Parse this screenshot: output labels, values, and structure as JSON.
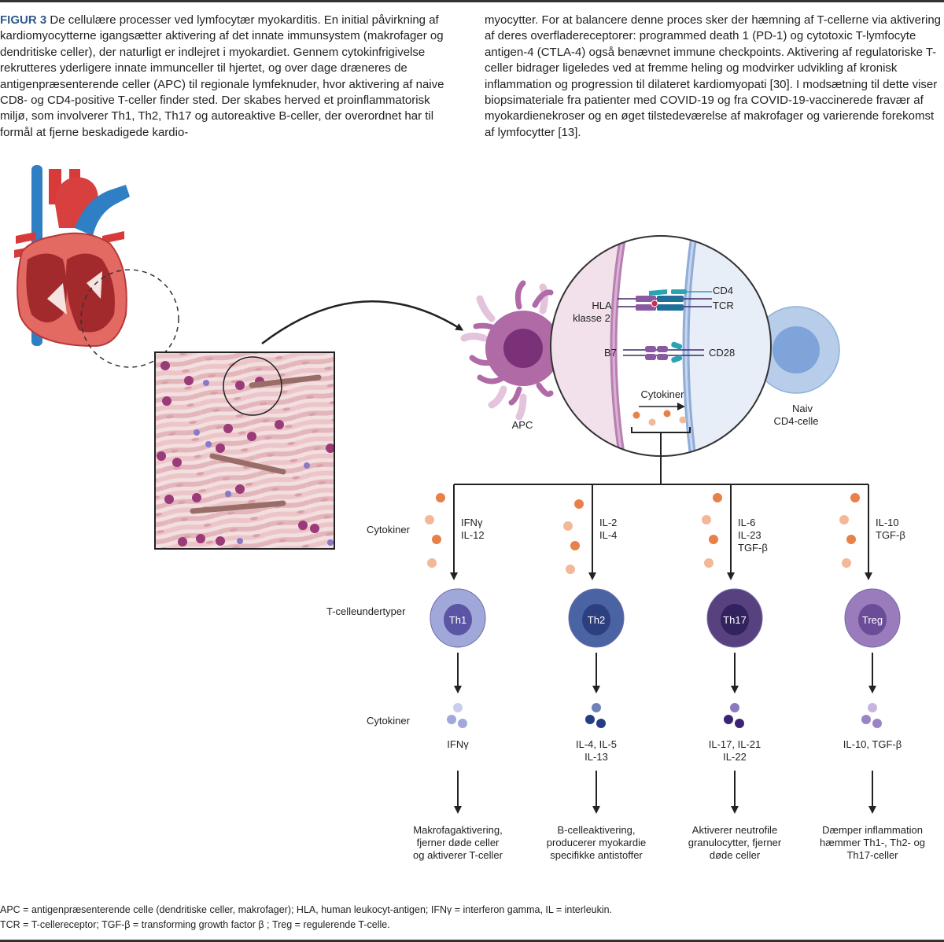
{
  "caption": {
    "figure_label": "FIGUR 3",
    "left_text": " De cellulære processer ved lymfocytær myokarditis. En initial påvirkning af kardiomyocytterne igangsætter aktivering af det innate immunsystem (makrofager og dendritiske celler), der naturligt er indlejret i myokardiet. Gennem cytokinfrigivelse rekrutteres yderligere innate immunceller til hjertet, og over dage dræneres de antigenpræsenterende celler (APC) til regionale lymfeknuder, hvor aktivering af naive CD8- og CD4-positive T-celler finder sted. Der skabes herved et proinflammatorisk miljø, som involverer Th1, Th2, Th17 og autoreaktive B-celler, der overordnet har til formål at fjerne beskadigede kardio-",
    "right_text": "myocytter. For at balancere denne proces sker der hæmning af T-cellerne via aktivering af deres overfladereceptorer: programmed death 1 (PD-1) og cytotoxic T-lymfocyte antigen-4 (CTLA-4) også benævnet immune checkpoints. Aktivering af regulatoriske T-celler bidrager ligeledes ved at fremme heling og modvirker udvikling af kronisk inflammation og progression til dilateret kardiomyopati [30]. I modsætning til dette viser biopsimateriale fra patienter med COVID-19 og fra COVID-19-vaccinerede fravær af myokardienekroser og en øget tilstedeværelse af makrofager og varierende forekomst af lymfocytter [13]."
  },
  "synapse": {
    "apc_label": "APC",
    "naive_label_1": "Naiv",
    "naive_label_2": "CD4-celle",
    "hla_label_1": "HLA",
    "hla_label_2": "klasse 2",
    "cd4_label": "CD4",
    "tcr_label": "TCR",
    "b7_label": "B7",
    "cd28_label": "CD28",
    "cytokines_label": "Cytokiner"
  },
  "row_labels": {
    "cytokines_in": "Cytokiner",
    "subtypes": "T-celleundertyper",
    "cytokines_out": "Cytokiner"
  },
  "branches": [
    {
      "input_cytokines": [
        "IFNγ",
        "IL-12"
      ],
      "cell": "Th1",
      "output_cytokines": [
        "IFNγ"
      ],
      "effect": [
        "Makrofagaktivering,",
        "fjerner døde celler",
        "og aktiverer T-celler"
      ],
      "colors": {
        "outer": "#9fa8d8",
        "inner": "#5b55a5",
        "dot_light": "#c9cdee",
        "dot_dark": "#a3a8dc"
      }
    },
    {
      "input_cytokines": [
        "IL-2",
        "IL-4"
      ],
      "cell": "Th2",
      "output_cytokines": [
        "IL-4, IL-5",
        "IL-13"
      ],
      "effect": [
        "B-celleaktivering,",
        "producerer myokardie",
        "specifikke antistoffer"
      ],
      "colors": {
        "outer": "#4a64a3",
        "inner": "#2d3f7f",
        "dot_light": "#6f82b8",
        "dot_dark": "#263c85"
      }
    },
    {
      "input_cytokines": [
        "IL-6",
        "IL-23",
        "TGF-β"
      ],
      "cell": "Th17",
      "output_cytokines": [
        "IL-17, IL-21",
        "IL-22"
      ],
      "effect": [
        "Aktiverer neutrofile",
        "granulocytter, fjerner",
        "døde celler"
      ],
      "colors": {
        "outer": "#57427f",
        "inner": "#32225e",
        "dot_light": "#8b79bf",
        "dot_dark": "#3b2474"
      }
    },
    {
      "input_cytokines": [
        "IL-10",
        "TGF-β"
      ],
      "cell": "Treg",
      "output_cytokines": [
        "IL-10, TGF-β"
      ],
      "effect": [
        "Dæmper inflammation",
        "hæmmer Th1-, Th2- og",
        "Th17-celler"
      ],
      "colors": {
        "outer": "#9a7cbd",
        "inner": "#6a4c99",
        "dot_light": "#c6b6df",
        "dot_dark": "#9b84c6"
      }
    }
  ],
  "colors": {
    "figure_label": "#2f5a8c",
    "cytokine_orange": "#e8804a",
    "cytokine_peach": "#f2b898",
    "apc_purple": "#b06aa6",
    "naive_blue": "#b7cde9"
  },
  "footnotes": [
    "APC = antigenpræsenterende celle (dendritiske celler, makrofager); HLA, human leukocyt-antigen; IFNγ = interferon gamma, IL = interleukin.",
    "TCR = T-cellereceptor; TGF-β = transforming growth factor β ; Treg = regulerende T-celle."
  ]
}
